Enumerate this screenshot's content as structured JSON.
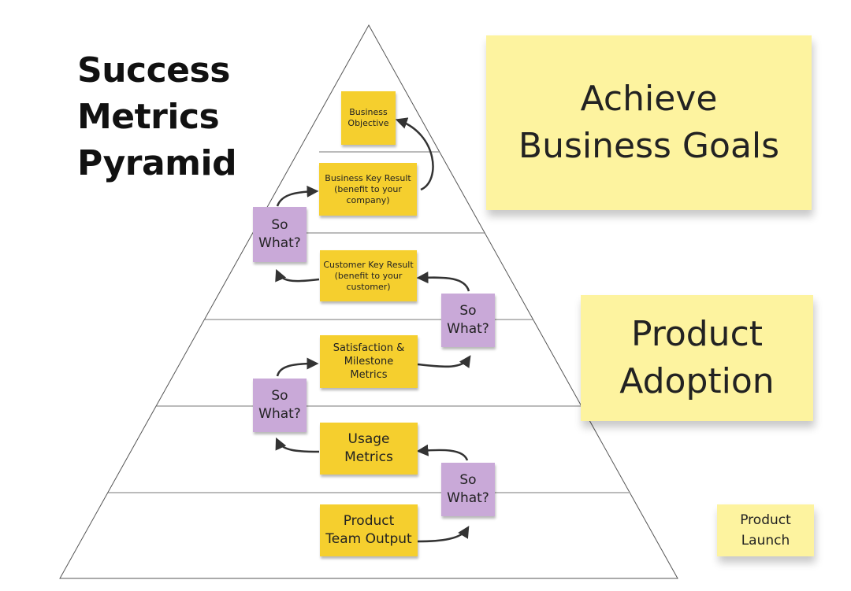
{
  "title": {
    "line1": "Success",
    "line2": "Metrics",
    "line3": "Pyramid"
  },
  "pyramid_notes": {
    "business_objective": "Business\nObjective",
    "business_key_result": "Business Key Result\n(benefit to your\ncompany)",
    "customer_key_result": "Customer Key Result\n(benefit to your\ncustomer)",
    "satisfaction_metrics": "Satisfaction &\nMilestone\nMetrics",
    "usage_metrics": "Usage\nMetrics",
    "product_team_output": "Product\nTeam Output"
  },
  "so_what_label": "So\nWhat?",
  "side_notes": {
    "achieve_business_goals": "Achieve\nBusiness Goals",
    "product_adoption": "Product\nAdoption",
    "product_launch": "Product\nLaunch"
  },
  "colors": {
    "yellow_note": "#f5cf2e",
    "purple_note": "#c9a9d8",
    "pale_note": "#fdf39f",
    "lines": "#555555",
    "arrows": "#333333"
  }
}
